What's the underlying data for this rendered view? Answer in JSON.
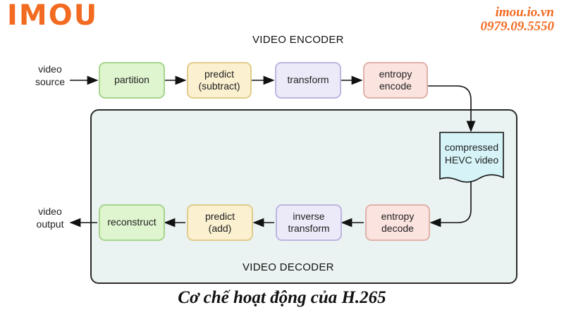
{
  "brand": {
    "logo": "IMOU",
    "website": "imou.io.vn",
    "phone": "0979.09.5550",
    "accent_color": "#f26b21"
  },
  "encoder": {
    "title": "VIDEO ENCODER",
    "input_label": "video\nsource",
    "steps": [
      {
        "label": "partition",
        "color": "green"
      },
      {
        "label": "predict\n(subtract)",
        "color": "yellow"
      },
      {
        "label": "transform",
        "color": "purple"
      },
      {
        "label": "entropy\nencode",
        "color": "pink"
      }
    ]
  },
  "bitstream": {
    "label": "compressed\nHEVC video",
    "color": "#d6f4f8"
  },
  "decoder": {
    "title": "VIDEO DECODER",
    "output_label": "video\noutput",
    "steps": [
      {
        "label": "entropy\ndecode",
        "color": "pink"
      },
      {
        "label": "inverse\ntransform",
        "color": "purple"
      },
      {
        "label": "predict\n(add)",
        "color": "yellow"
      },
      {
        "label": "reconstruct",
        "color": "green"
      }
    ]
  },
  "caption": "Cơ chế hoạt động của H.265"
}
